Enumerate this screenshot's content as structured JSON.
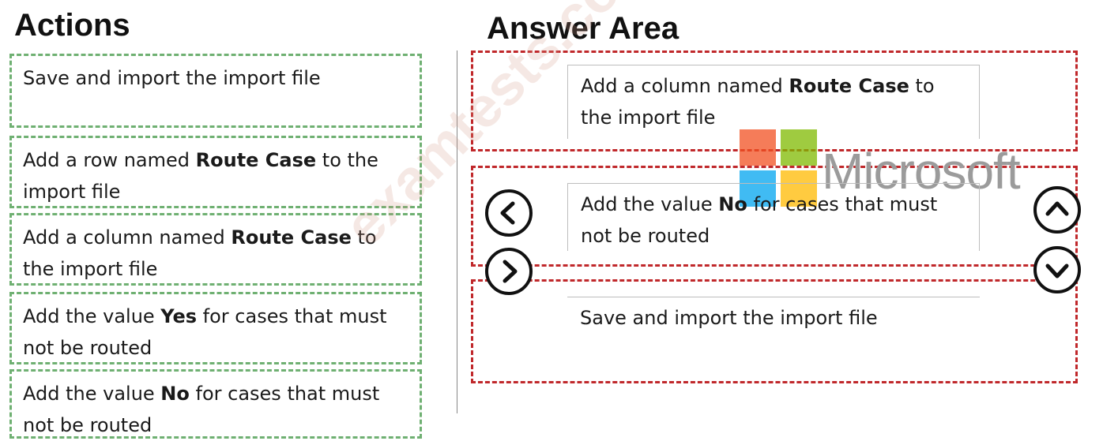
{
  "headings": {
    "actions": "Actions",
    "answer_area": "Answer Area"
  },
  "actions": [
    {
      "pre": "Save and import the import file",
      "bold": "",
      "post": ""
    },
    {
      "pre": "Add a row named ",
      "bold": "Route Case",
      "post": " to the import file"
    },
    {
      "pre": "Add a column named ",
      "bold": "Route Case",
      "post": " to the import file"
    },
    {
      "pre": "Add the value ",
      "bold": "Yes",
      "post": " for cases that must not be routed"
    },
    {
      "pre": "Add the value ",
      "bold": "No",
      "post": " for cases that must not be routed"
    }
  ],
  "answers": [
    {
      "pre": "Add a column named ",
      "bold": "Route Case",
      "post": " to the import file"
    },
    {
      "pre": "Add the value ",
      "bold": "No",
      "post": " for cases that must not be routed"
    },
    {
      "pre": "Save and import the import file",
      "bold": "",
      "post": ""
    }
  ],
  "buttons": {
    "move_left": "chevron-left-icon",
    "move_right": "chevron-right-icon",
    "move_up": "chevron-up-icon",
    "move_down": "chevron-down-icon"
  },
  "logo": {
    "word": "Microsoft",
    "colors": [
      "#f25022",
      "#7fba00",
      "#00a4ef",
      "#ffb900"
    ]
  },
  "watermark": "examtests.com",
  "colors": {
    "action_border": "#6fb072",
    "zone_border": "#c0282b"
  }
}
